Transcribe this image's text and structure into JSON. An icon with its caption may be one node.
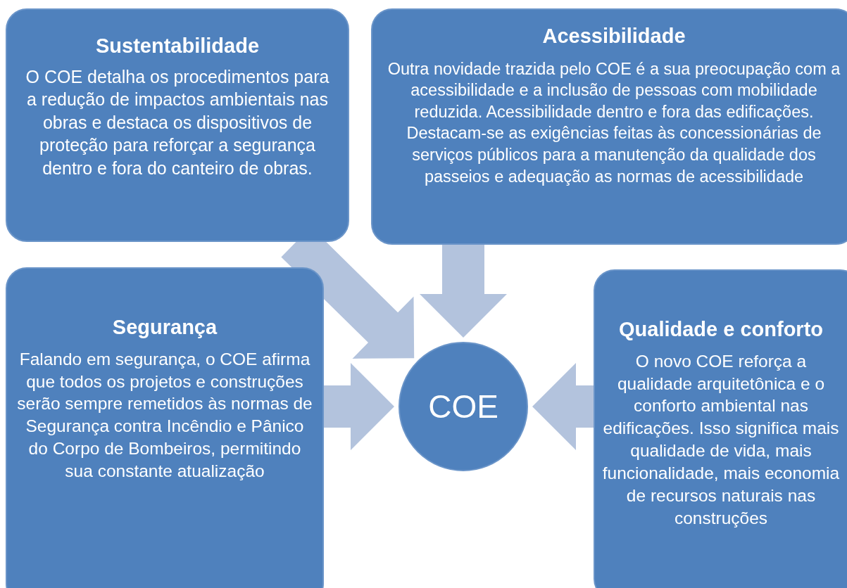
{
  "diagram": {
    "nodes": [
      {
        "text": [
          "Sustentabilidade",
          "O COE detalha os procedimentos para a redução de impactos ambientais nas obras e destaca os dispositivos de proteção para reforçar a segurança dentro e fora do canteiro de obras."
        ]
      },
      {
        "text": [
          "Acessibilidade",
          "Outra novidade trazida pelo COE é a sua preocupação com a acessibilidade e a inclusão de pessoas com mobilidade reduzida. Acessibilidade dentro e fora das edificações. Destacam-se as exigências feitas às concessionárias de serviços públicos para a manutenção da qualidade dos passeios e adequação as normas de acessibilidade"
        ]
      },
      {
        "text": [
          "Segurança",
          "Falando em segurança, o COE afirma que todos os projetos e construções serão sempre remetidos às normas de Segurança contra Incêndio e Pânico do Corpo de Bombeiros, permitindo sua constante atualização"
        ]
      },
      {
        "text": [
          "Qualidade e conforto",
          "O novo COE reforça a qualidade arquitetônica e o conforto ambiental nas edificações. Isso significa mais qualidade de vida, mais funcionalidade, mais economia de recursos naturais nas construções"
        ]
      },
      {
        "text": [
          "COE"
        ]
      }
    ],
    "edges": [
      {
        "from": 0,
        "to": 4,
        "arrow": "to"
      },
      {
        "from": 1,
        "to": 4,
        "arrow": "to"
      },
      {
        "from": 2,
        "to": 4,
        "arrow": "to"
      },
      {
        "from": 3,
        "to": 4,
        "arrow": "to"
      }
    ]
  }
}
